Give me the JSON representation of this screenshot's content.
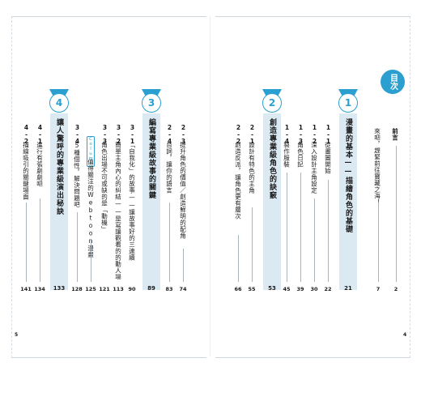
{
  "toc": {
    "label": "目次",
    "color": "#2a9fd0"
  },
  "folio": {
    "left": "5",
    "right": "4"
  },
  "right_page": {
    "preface": {
      "label": "前言",
      "page": "2"
    },
    "foreword": {
      "label": "來吧，趕緊前往寶藏之海！",
      "page": "7"
    },
    "chapter1": {
      "num": "1",
      "title": "漫畫的基本——描繪角色的基礎",
      "page": "21",
      "sections": [
        {
          "num": "1-1",
          "label": "從畫圖開始",
          "page": "22"
        },
        {
          "num": "1-2",
          "label": "深入設計主角設定",
          "page": "30"
        },
        {
          "num": "1-3",
          "label": "角色日記",
          "page": "39"
        },
        {
          "num": "1-4",
          "label": "製作服裝",
          "page": "45"
        }
      ]
    },
    "chapter2": {
      "num": "2",
      "title": "創造專業級角色的訣竅",
      "page": "53",
      "sections": [
        {
          "num": "2-1",
          "label": "設計有特色的主角",
          "page": "55"
        },
        {
          "num": "2-2",
          "label": "創造反派，讓角色更有層次",
          "page": "66"
        }
      ]
    }
  },
  "left_page": {
    "chapter3": {
      "num": "3",
      "title": "編寫專業級故事的關鍵",
      "page": "89",
      "sections": [
        {
          "num": "3-1",
          "label": "「自我化」的故事——讓故事好的三連續",
          "page": "90"
        },
        {
          "num": "3-2",
          "label": "簡單主角內心的糾結——是寫讓觀看的的動人場景",
          "page": "113"
        },
        {
          "num": "3-3",
          "label": "角色出場不可或缺的是「動機」",
          "page": "121"
        },
        {
          "column": "Column",
          "label": "值得關注的Webtoon漫畫",
          "page": "125"
        },
        {
          "num": "3-4",
          "label": "5種個性，解決問題吧",
          "page": "128"
        }
      ]
    },
    "chapter2_extra": [
      {
        "num": "2-3",
        "label": "提升角色的價值／創造鮮明的配角",
        "page": "74"
      },
      {
        "num": "2-4",
        "label": "台詞，讓你的語言",
        "page": "83"
      }
    ],
    "chapter4": {
      "num": "4",
      "title": "讓人驚呼的專業級演出秘訣",
      "page": "133",
      "sections": [
        {
          "num": "4-1",
          "label": "進行有張劇劇吧",
          "page": "134"
        },
        {
          "num": "4-2",
          "label": "描繪吸引的關鍵場面",
          "page": "141"
        }
      ]
    }
  }
}
